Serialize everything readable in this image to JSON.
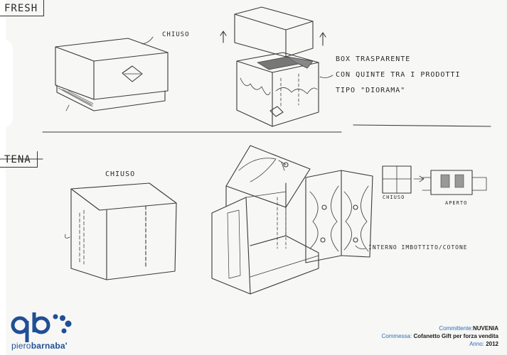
{
  "sections": {
    "fresh_title": "FRESH",
    "tena_title": "TENA"
  },
  "labels": {
    "chiuso_top": "CHIUSO",
    "box_note": [
      "BOX TRASPARENTE",
      "CON QUINTE TRA I PRODOTTI",
      "TIPO \"DIORAMA\""
    ],
    "chiuso_tena": "CHIUSO",
    "chiuso_small": "CHIUSO",
    "aperto_small": "APERTO",
    "interno": "INTERNO IMBOTTITO/COTONE"
  },
  "footer": {
    "committente_label": "Committente:",
    "committente_value": "NUVENIA",
    "commessa_label": "Commessa:",
    "commessa_value": "Cofanetto Gift per forza vendita",
    "anno_label": "Anno:",
    "anno_value": "2012"
  },
  "logo": {
    "mark": "qb",
    "name_regular": "piero",
    "name_bold": "barnaba'"
  },
  "colors": {
    "ink": "#2a2a2a",
    "brand_blue": "#1f4f96",
    "label_blue": "#2a6db5"
  }
}
